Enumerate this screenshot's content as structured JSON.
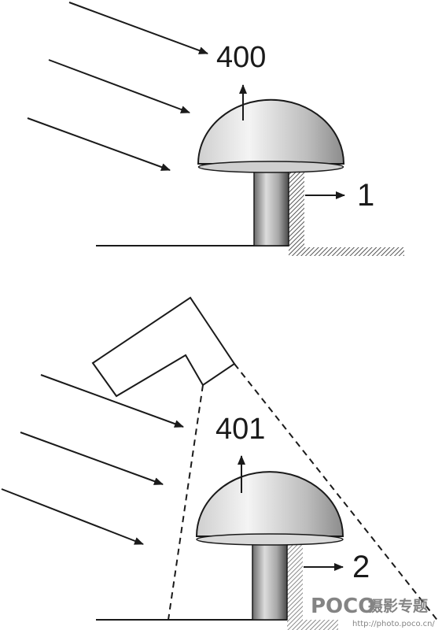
{
  "top_figure": {
    "reference_label": "400",
    "shadow_label": "1"
  },
  "bottom_figure": {
    "reference_label": "401",
    "shadow_label": "2"
  },
  "watermark": {
    "logo": "POCO",
    "chinese": "摄影专题",
    "url": "http://photo.poco.cn/"
  },
  "colors": {
    "line": "#1a1a1a",
    "hatch": "#555555",
    "bottom_hatch": "#8a8a8a"
  }
}
